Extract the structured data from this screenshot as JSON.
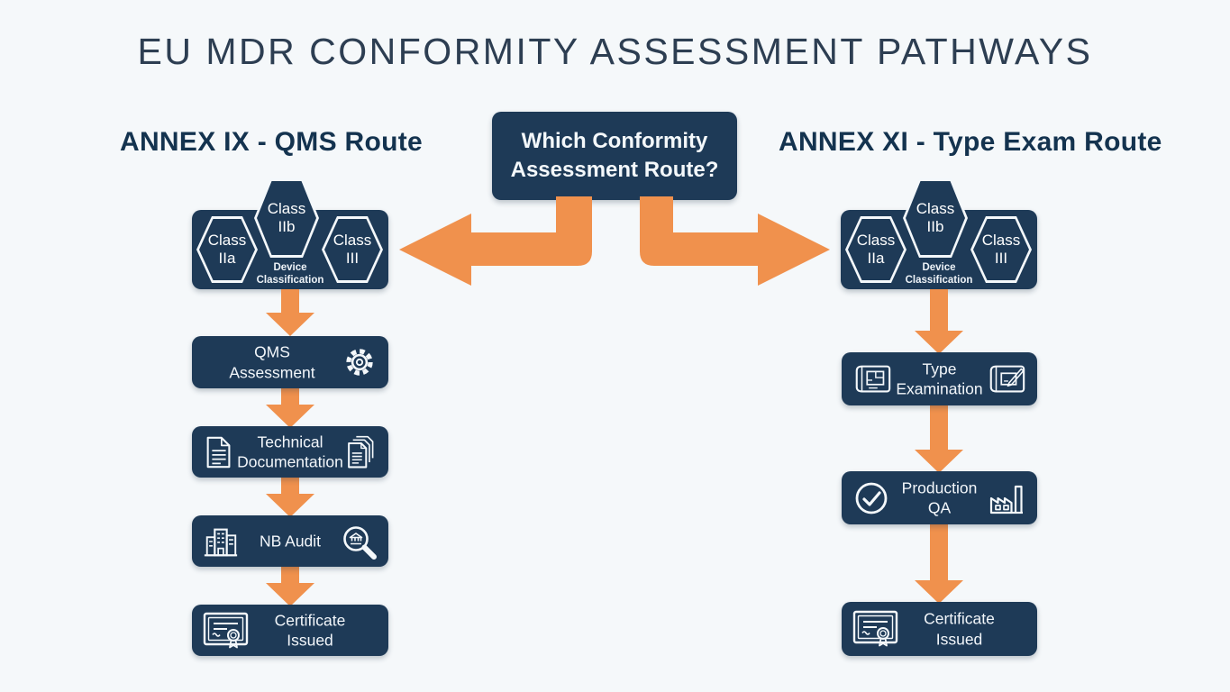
{
  "title": "EU MDR CONFORMITY ASSESSMENT PATHWAYS",
  "decision_box": {
    "question": "Which Conformity Assessment Route?"
  },
  "device_classification": {
    "hexagons": [
      {
        "word": "Class",
        "code": "IIa"
      },
      {
        "word": "Class",
        "code": "IIb"
      },
      {
        "word": "Class",
        "code": "III"
      }
    ],
    "caption_line1": "Device",
    "caption_line2": "Classification"
  },
  "left_route": {
    "heading": "ANNEX IX - QMS Route",
    "steps": [
      {
        "label": "QMS Assessment",
        "icons": [
          "gear-icon"
        ]
      },
      {
        "label": "Technical Documentation",
        "icons": [
          "document-icon",
          "documents-stack-icon"
        ]
      },
      {
        "label": "NB Audit",
        "icons": [
          "building-icon",
          "audit-magnifier-icon"
        ]
      },
      {
        "label": "Certificate Issued",
        "icons": [
          "certificate-icon"
        ]
      }
    ]
  },
  "right_route": {
    "heading": "ANNEX XI - Type Exam Route",
    "steps": [
      {
        "label": "Type Examination",
        "icons": [
          "blueprint-icon",
          "blueprint-edit-icon"
        ]
      },
      {
        "label": "Production QA",
        "icons": [
          "check-circle-icon",
          "factory-icon"
        ]
      },
      {
        "label": "Certificate Issued",
        "icons": [
          "certificate-icon"
        ]
      }
    ]
  },
  "colors": {
    "navy": "#1e3a57",
    "orange": "#f0914d",
    "background": "#f5f8fa",
    "heading_text": "#14334f",
    "title_text": "#2d3e52",
    "box_text": "#f2f6fa"
  }
}
